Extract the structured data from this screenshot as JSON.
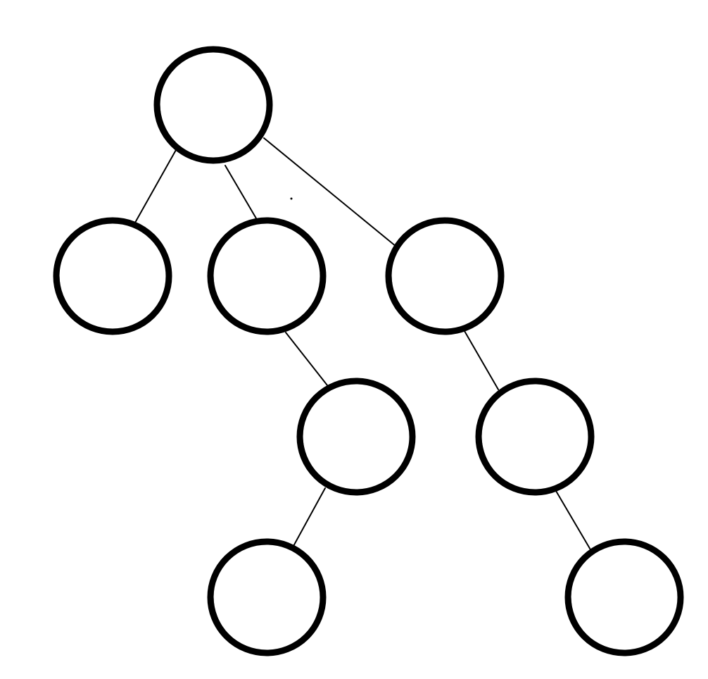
{
  "diagram": {
    "type": "tree",
    "style": {
      "stroke_color": "#000000",
      "background_color": "#ffffff"
    },
    "nodes": [
      {
        "id": "root",
        "label": ""
      },
      {
        "id": "child-left",
        "label": ""
      },
      {
        "id": "child-middle",
        "label": ""
      },
      {
        "id": "child-right",
        "label": ""
      },
      {
        "id": "grandchild-middle",
        "label": ""
      },
      {
        "id": "grandchild-right",
        "label": ""
      },
      {
        "id": "great-grandchild-middle",
        "label": ""
      },
      {
        "id": "great-grandchild-right",
        "label": ""
      }
    ],
    "edges": [
      {
        "from": "root",
        "to": "child-left"
      },
      {
        "from": "root",
        "to": "child-middle"
      },
      {
        "from": "root",
        "to": "child-right"
      },
      {
        "from": "child-middle",
        "to": "grandchild-middle"
      },
      {
        "from": "child-right",
        "to": "grandchild-right"
      },
      {
        "from": "grandchild-middle",
        "to": "great-grandchild-middle"
      },
      {
        "from": "grandchild-right",
        "to": "great-grandchild-right"
      }
    ]
  }
}
